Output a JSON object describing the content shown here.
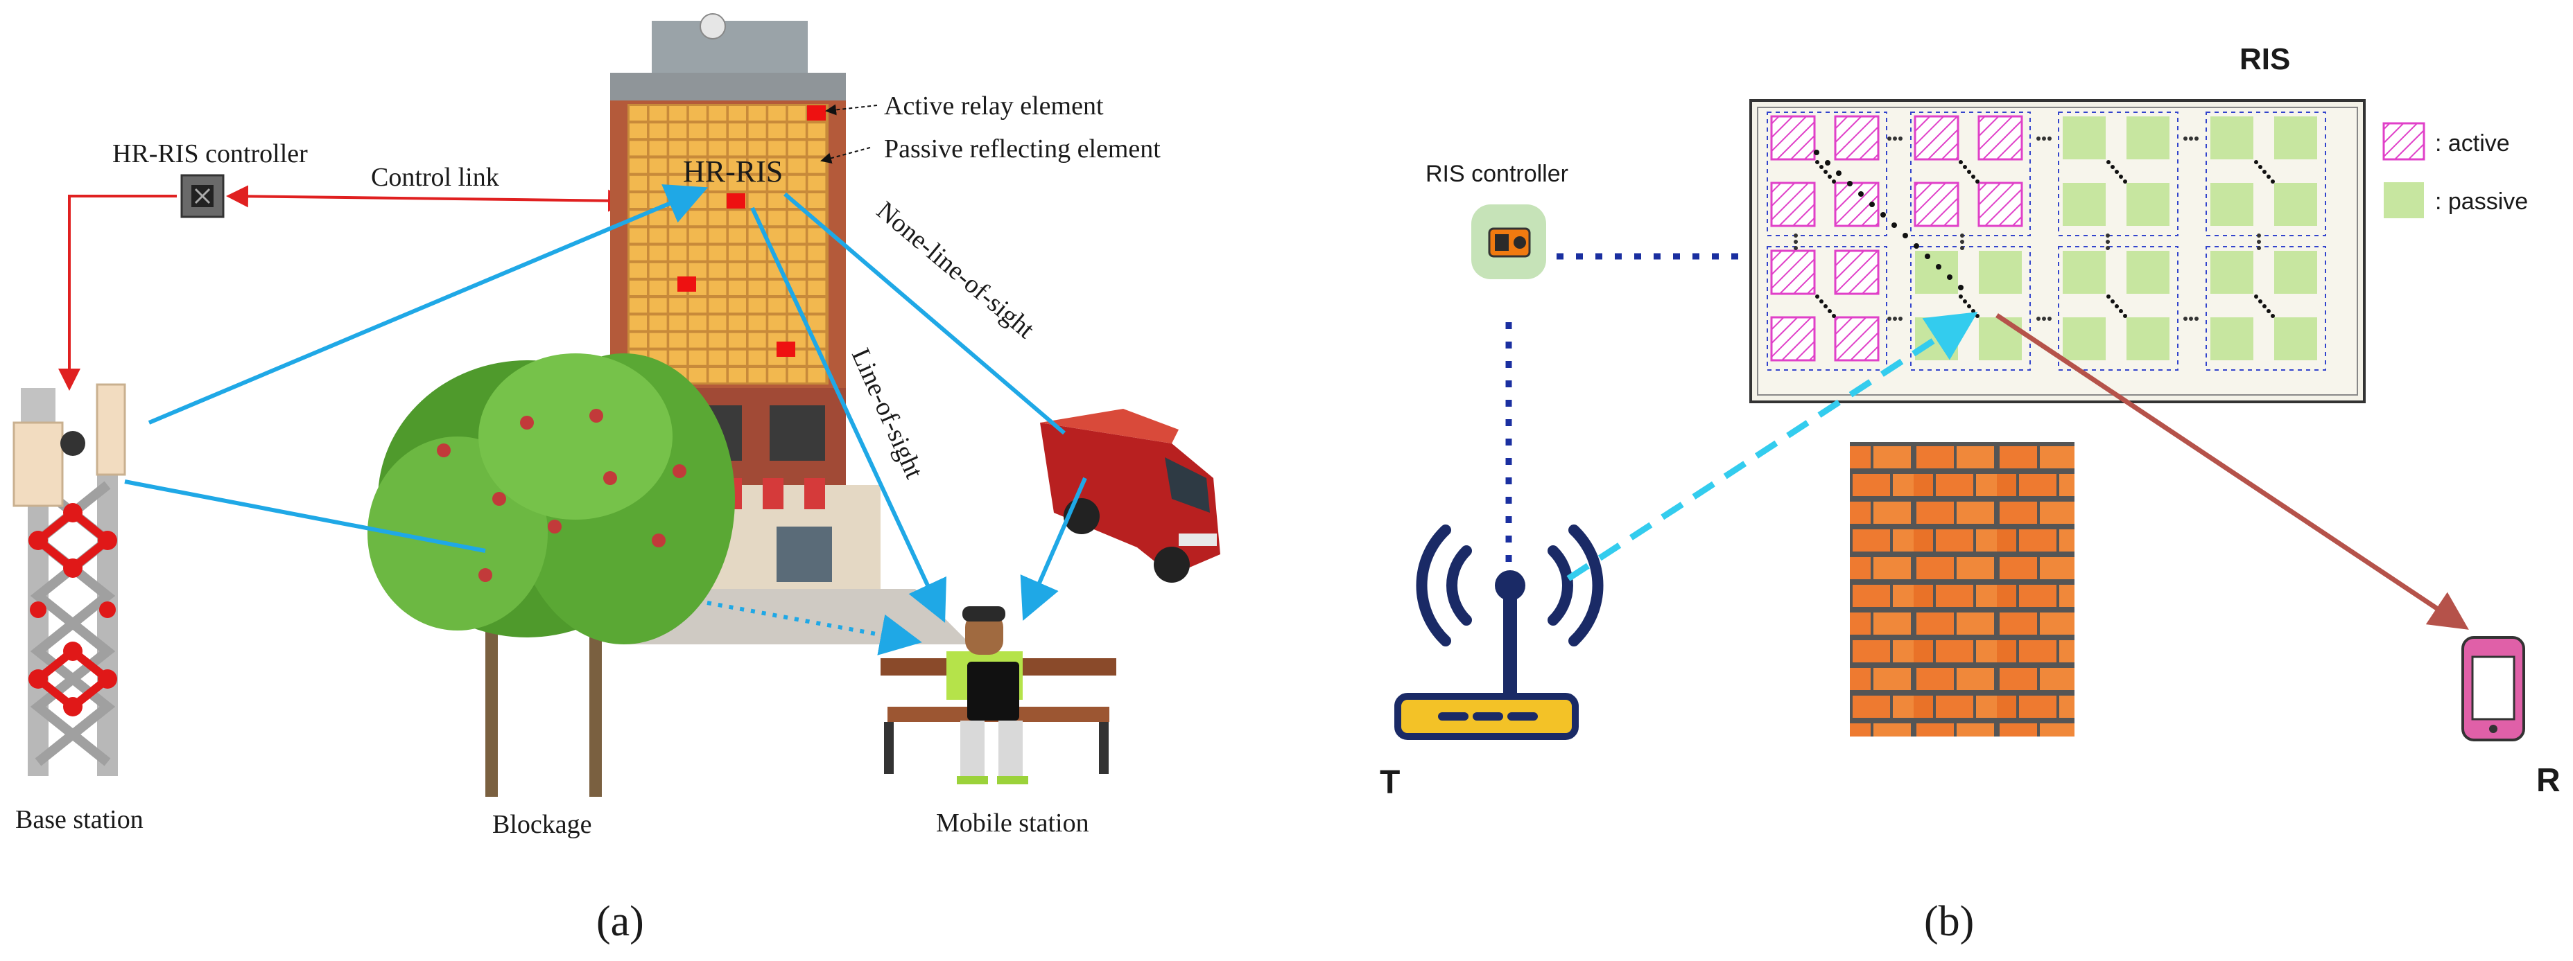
{
  "panel_a": {
    "caption": "(a)",
    "labels": {
      "active_relay_element": "Active relay element",
      "passive_reflecting_element": "Passive reflecting element",
      "hr_ris": "HR-RIS",
      "hr_ris_controller": "HR-RIS controller",
      "control_link": "Control link",
      "none_line_of_sight": "None-line-of-sight",
      "line_of_sight": "Line-of-sight",
      "base_station": "Base station",
      "blockage": "Blockage",
      "mobile_station": "Mobile station"
    },
    "colors": {
      "control": "#e02020",
      "link": "#1fa8e6",
      "active": "#ee1111",
      "passive": "#f2b84f"
    }
  },
  "panel_b": {
    "caption": "(b)",
    "labels": {
      "ris": "RIS",
      "ris_controller": "RIS controller",
      "legend_active": ": active",
      "legend_passive": ": passive",
      "transmitter": "T",
      "receiver": "R"
    },
    "colors": {
      "active": "#e040c8",
      "passive": "#c7e6a0",
      "incident": "#33ccee",
      "reflected": "#b5524a",
      "control": "#1a2fa0"
    }
  }
}
